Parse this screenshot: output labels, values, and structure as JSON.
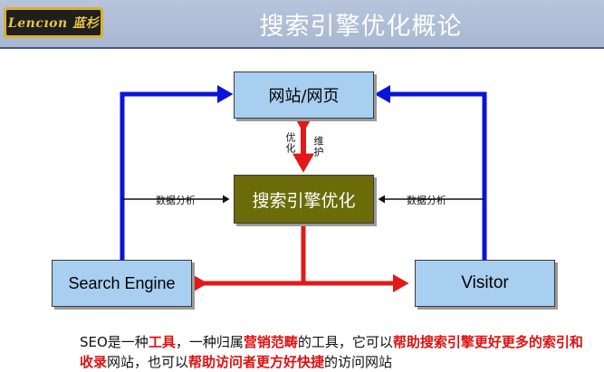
{
  "header": {
    "logo_text": "Lencıon 蓝杉",
    "title": "搜索引擎优化概论"
  },
  "diagram": {
    "web_box": "网站/网页",
    "seo_box": "搜索引擎优化",
    "search_box": "Search Engine",
    "visitor_box": "Visitor",
    "left_label": "数据分析",
    "right_label": "数据分析",
    "vert_left_label": "优化",
    "vert_right_label": "维护"
  },
  "caption": {
    "p1": "SEO是一种",
    "h1": "工具",
    "p2": "，一种归属",
    "h2": "营销范畴",
    "p3": "的工具，它可以",
    "h3": "帮助搜索引擎更好更多的索引和收录",
    "p4": "网站，也可以",
    "h4": "帮助访问者更方好快捷",
    "p5": "的访问网站"
  },
  "colors": {
    "header_bg": "#b7c4dc",
    "box_light": "#a9cff0",
    "box_seo": "#6b6b09",
    "arrow_blue": "#0a14d8",
    "arrow_red": "#e31818",
    "highlight": "#e01010"
  }
}
